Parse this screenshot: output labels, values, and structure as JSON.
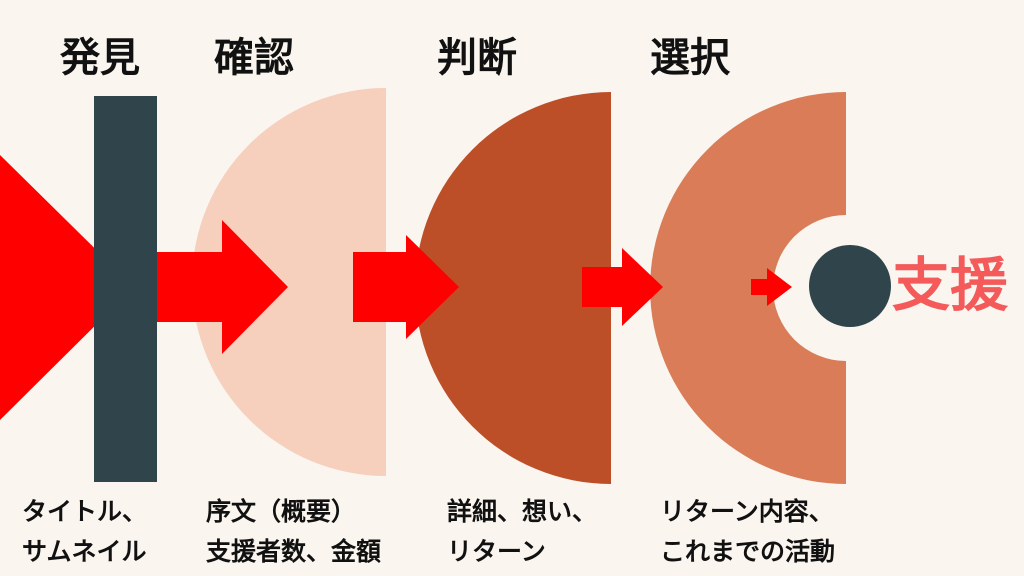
{
  "stages": [
    {
      "id": "discovery",
      "title": "発見",
      "desc_lines": [
        "タイトル、",
        "サムネイル"
      ]
    },
    {
      "id": "confirmation",
      "title": "確認",
      "desc_lines": [
        "序文（概要）",
        "支援者数、金額"
      ]
    },
    {
      "id": "judgment",
      "title": "判断",
      "desc_lines": [
        "詳細、想い、",
        "リターン"
      ]
    },
    {
      "id": "selection",
      "title": "選択",
      "desc_lines": [
        "リターン内容、",
        "これまでの活動"
      ]
    }
  ],
  "goal": {
    "label": "支援"
  },
  "colors": {
    "background": "#faf5ef",
    "arrow": "#ff0000",
    "bar": "#2f444b",
    "confirmation_shape": "#f6cfbd",
    "judgment_shape": "#bd4f28",
    "selection_shape": "#d97c57",
    "goal_dot": "#2f444b",
    "goal_text": "#f45a5a"
  }
}
